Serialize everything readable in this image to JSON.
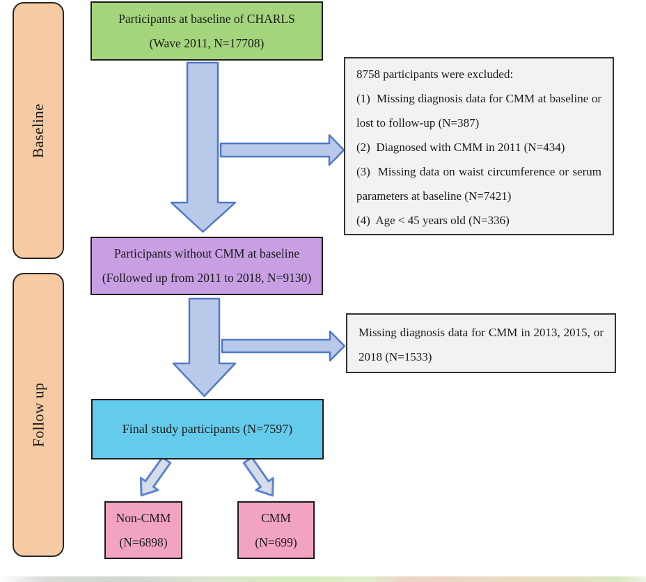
{
  "colors": {
    "cohort_green": "#a4d57c",
    "no_cmm_purple": "#c99fe4",
    "final_blue": "#64cbea",
    "outcome_pink": "#f3a3c2",
    "phase_peach": "#f6caa2",
    "exclusion_gray": "#f2f2f2",
    "box_border": "#1a1a1a",
    "arrow_fill": "#b9c9e9",
    "arrow_stroke": "#4f79c8",
    "small_arrow_fill": "#d6dcea",
    "small_arrow_stroke": "#5b83d4"
  },
  "phase_labels": {
    "baseline": "Baseline",
    "follow_up": "Follow up"
  },
  "flow": {
    "baseline_cohort": {
      "line1": "Participants at baseline of CHARLS",
      "line2": "(Wave 2011, N=17708)"
    },
    "baseline_exclusion": {
      "lines": [
        "8758 participants were excluded:",
        "(1)  Missing diagnosis data for CMM at baseline or",
        "lost to follow-up (N=387)",
        "(2)  Diagnosed with CMM in 2011 (N=434)",
        "(3)  Missing data on waist circumference or serum",
        "parameters at baseline (N=7421)",
        "(4)  Age < 45 years old (N=336)"
      ]
    },
    "no_cmm_cohort": {
      "line1": "Participants without CMM at baseline",
      "line2": "(Followed up from 2011 to 2018, N=9130)"
    },
    "followup_exclusion": {
      "lines": [
        "Missing diagnosis data for CMM in 2013, 2015, or",
        "2018 (N=1533)"
      ]
    },
    "final_cohort": {
      "line1": "Final study participants (N=7597)"
    },
    "non_cmm_group": {
      "line1": "Non-CMM",
      "line2": "(N=6898)"
    },
    "cmm_group": {
      "line1": "CMM",
      "line2": "(N=699)"
    }
  }
}
